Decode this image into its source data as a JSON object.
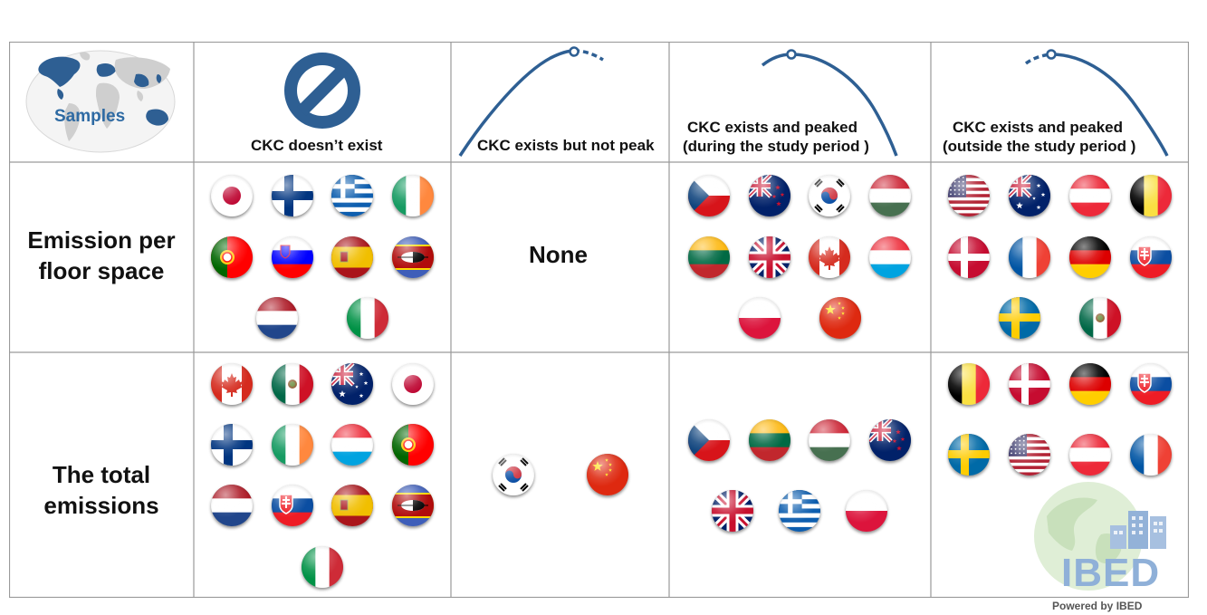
{
  "header": {
    "samples_label": "Samples",
    "col1": "CKC doesn’t exist",
    "col2": "CKC exists but not peak",
    "col3_line1": "CKC exists and peaked",
    "col3_line2": "(during the study period )",
    "col4_line1": "CKC exists and peaked",
    "col4_line2": "(outside the study period )"
  },
  "rows": [
    {
      "label_line1": "Emission per",
      "label_line2": "floor space",
      "col1": [
        "japan",
        "finland",
        "greece",
        "ireland",
        "portugal",
        "slovenia",
        "spain",
        "eswatini",
        "netherlands",
        "italy"
      ],
      "col2_text": "None",
      "col2": [],
      "col3": [
        "czech",
        "new-zealand",
        "south-korea",
        "hungary",
        "lithuania",
        "uk",
        "canada",
        "luxembourg",
        "poland",
        "china"
      ],
      "col4": [
        "usa",
        "australia",
        "austria",
        "belgium",
        "denmark",
        "france",
        "germany",
        "slovakia",
        "sweden",
        "mexico"
      ]
    },
    {
      "label_line1": "The total",
      "label_line2": "emissions",
      "col1": [
        "canada",
        "mexico",
        "australia",
        "japan",
        "finland",
        "ireland",
        "luxembourg",
        "portugal",
        "netherlands",
        "slovakia",
        "spain",
        "eswatini",
        "italy"
      ],
      "col2": [
        "south-korea",
        "china"
      ],
      "col3": [
        "czech",
        "lithuania",
        "hungary",
        "new-zealand",
        "uk",
        "greece",
        "poland"
      ],
      "col4": [
        "belgium",
        "denmark",
        "germany",
        "slovakia",
        "sweden",
        "usa",
        "austria",
        "france"
      ]
    }
  ],
  "watermark": {
    "logo_text": "IBED",
    "powered": "Powered by IBED"
  },
  "colors": {
    "accent": "#2e5f93",
    "grid": "#9a9a9a",
    "watermark_green": "#cfe3c4",
    "watermark_blue": "#8fb0d8"
  }
}
